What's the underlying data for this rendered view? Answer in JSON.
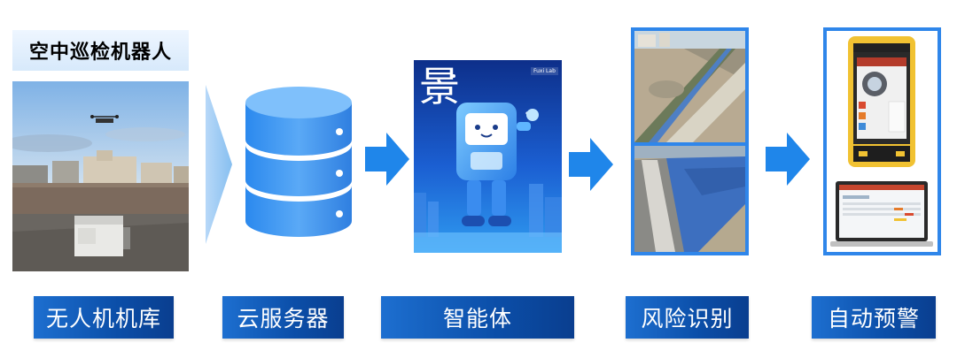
{
  "drone_title": "空中巡检机器人",
  "robot_char": "景",
  "robot_badge": "Fuxi Lab",
  "labels": {
    "hangar": "无人机机库",
    "cloud": "云服务器",
    "agent": "智能体",
    "risk": "风险识别",
    "alert": "自动预警"
  },
  "colors": {
    "accent_blue": "#1f7ee8",
    "label_blue": "#0b4ea8",
    "frame_blue": "#2f86ea"
  }
}
